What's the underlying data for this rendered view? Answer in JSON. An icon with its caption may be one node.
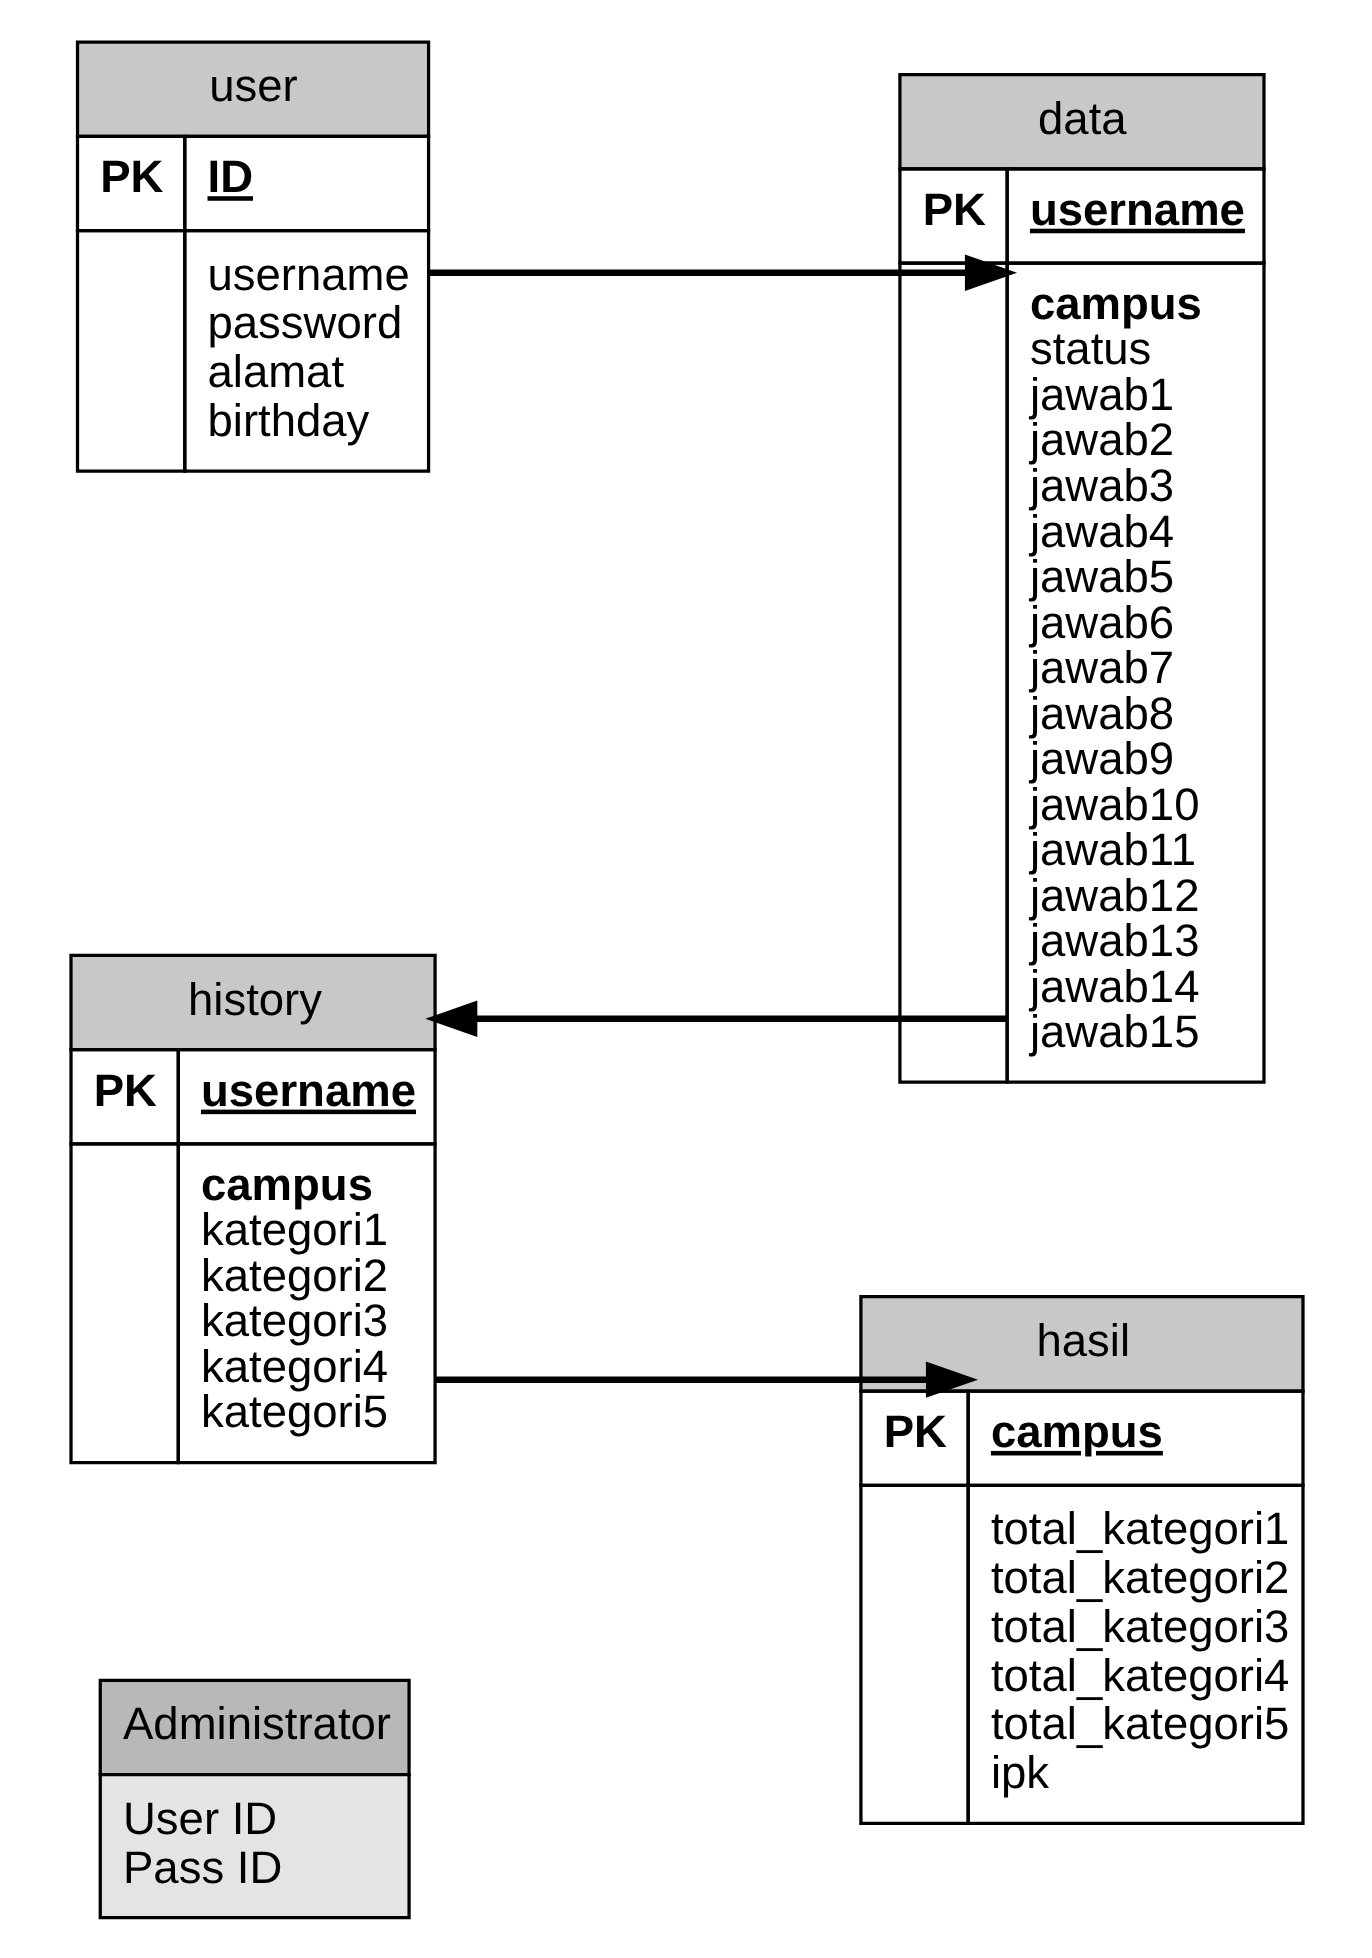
{
  "diagram": {
    "nodes": [
      {
        "text": [
          "user",
          "PK",
          "ID",
          "username",
          "password",
          "alamat",
          "birthday"
        ]
      },
      {
        "text": [
          "data",
          "PK",
          "username",
          "campus",
          "status",
          "jawab1",
          "jawab2",
          "jawab3",
          "jawab4",
          "jawab5",
          "jawab6",
          "jawab7",
          "jawab8",
          "jawab9",
          "jawab10",
          "jawab11",
          "jawab12",
          "jawab13",
          "jawab14",
          "jawab15"
        ]
      },
      {
        "text": [
          "history",
          "PK",
          "username",
          "campus",
          "kategori1",
          "kategori2",
          "kategori3",
          "kategori4",
          "kategori5"
        ]
      },
      {
        "text": [
          "hasil",
          "PK",
          "campus",
          "total_kategori1",
          "total_kategori2",
          "total_kategori3",
          "total_kategori4",
          "total_kategori5",
          "ipk"
        ]
      },
      {
        "text": [
          "Administrator",
          "User ID",
          "Pass ID"
        ]
      }
    ],
    "edges": [
      {
        "from": 0,
        "to": 1,
        "arrow": "to"
      },
      {
        "from": 1,
        "to": 2,
        "arrow": "to"
      },
      {
        "from": 2,
        "to": 3,
        "arrow": "to"
      }
    ]
  }
}
